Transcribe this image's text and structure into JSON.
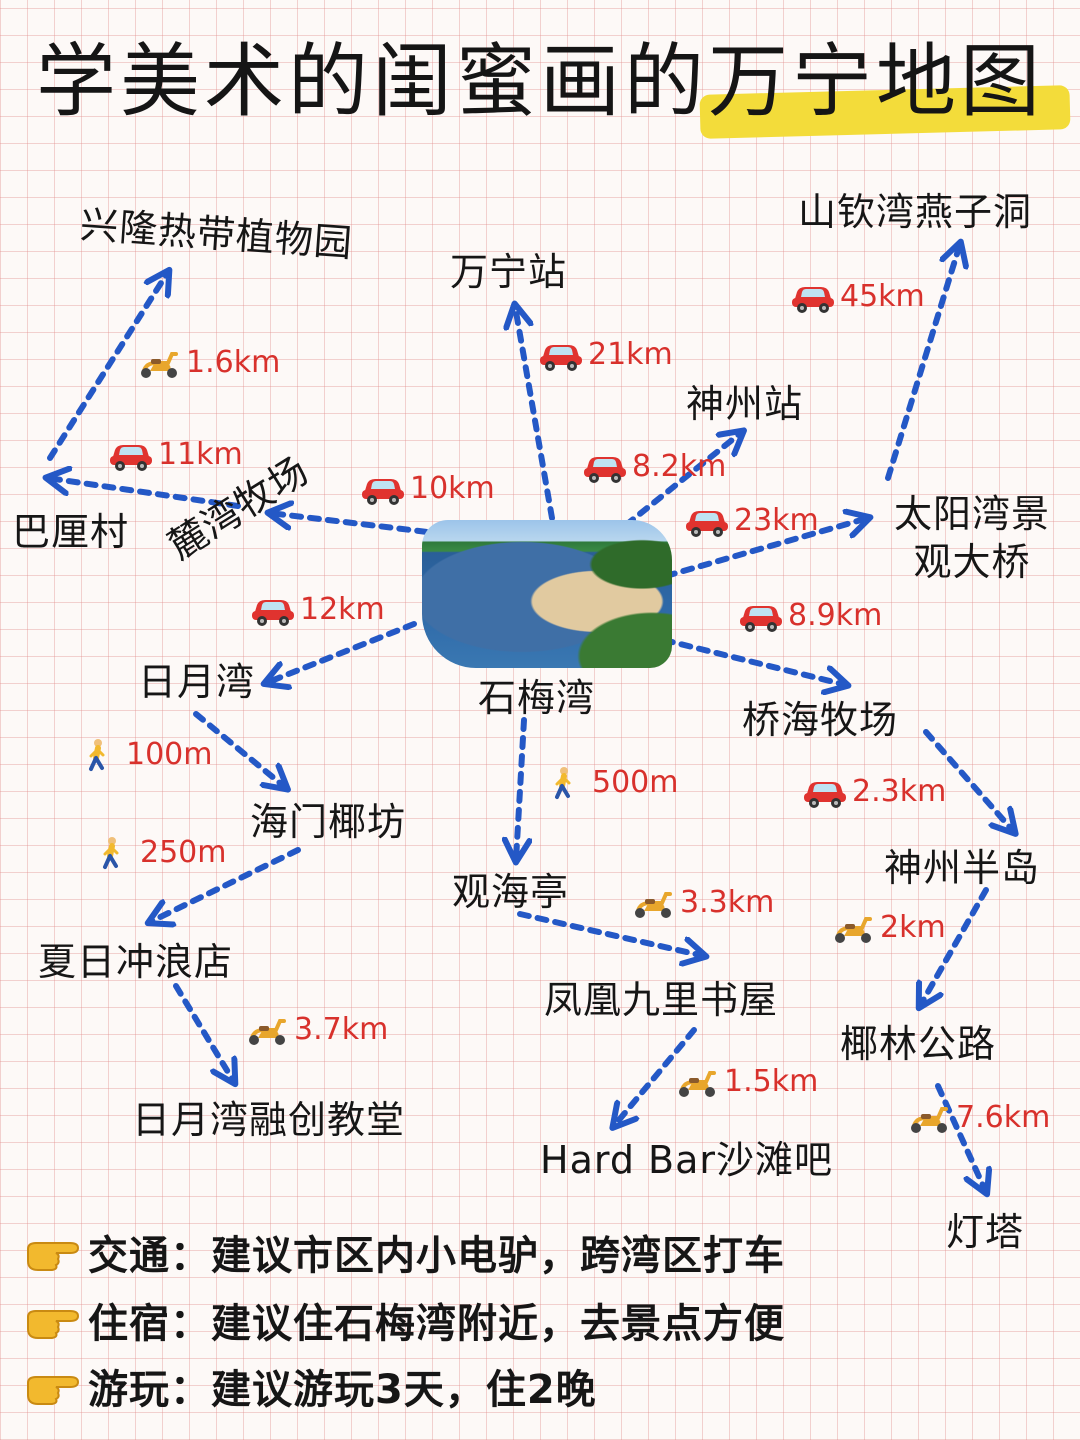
{
  "title": "学美术的闺蜜画的万宁地图",
  "center": {
    "label": "石梅湾",
    "photo": "石梅湾 beach photo"
  },
  "places": {
    "xinglong": "兴隆热带植物园",
    "wanning_station": "万宁站",
    "shanqin": "山钦湾燕子洞",
    "shenzhou_station": "神州站",
    "bali": "巴厘村",
    "luwan": "麓湾牧场",
    "taiyangwan": "太阳湾景观大桥",
    "riyuewan": "日月湾",
    "qiaohai": "桥海牧场",
    "haimen": "海门椰坊",
    "shenzhou_peninsula": "神州半岛",
    "guanhai": "观海亭",
    "xiari": "夏日冲浪店",
    "fenghuang": "凤凰九里书屋",
    "yelin": "椰林公路",
    "church": "日月湾融创教堂",
    "hardbar": "Hard Bar沙滩吧",
    "lighthouse": "灯塔"
  },
  "routes": [
    {
      "id": "to-wanning-station",
      "mode": "car",
      "distance": "21km"
    },
    {
      "id": "to-shenzhou-station",
      "mode": "car",
      "distance": "8.2km"
    },
    {
      "id": "to-taiyangwan",
      "mode": "car",
      "distance": "23km"
    },
    {
      "id": "taiyangwan-to-shanqin",
      "mode": "car",
      "distance": "45km"
    },
    {
      "id": "to-luwan",
      "mode": "car",
      "distance": "10km"
    },
    {
      "id": "luwan-to-bali",
      "mode": "car",
      "distance": "11km"
    },
    {
      "id": "bali-to-xinglong",
      "mode": "scooter",
      "distance": "1.6km"
    },
    {
      "id": "to-riyuewan",
      "mode": "car",
      "distance": "12km"
    },
    {
      "id": "to-qiaohai",
      "mode": "car",
      "distance": "8.9km"
    },
    {
      "id": "qiaohai-to-peninsula",
      "mode": "car",
      "distance": "2.3km"
    },
    {
      "id": "riyuewan-to-haimen",
      "mode": "walk",
      "distance": "100m"
    },
    {
      "id": "haimen-to-xiari",
      "mode": "walk",
      "distance": "250m"
    },
    {
      "id": "to-guanhai",
      "mode": "walk",
      "distance": "500m"
    },
    {
      "id": "guanhai-to-fenghuang",
      "mode": "scooter",
      "distance": "3.3km"
    },
    {
      "id": "peninsula-to-yelin",
      "mode": "scooter",
      "distance": "2km"
    },
    {
      "id": "xiari-to-church",
      "mode": "scooter",
      "distance": "3.7km"
    },
    {
      "id": "fenghuang-to-hardbar",
      "mode": "scooter",
      "distance": "1.5km"
    },
    {
      "id": "yelin-to-lighthouse",
      "mode": "scooter",
      "distance": "7.6km"
    }
  ],
  "tips": [
    "交通：建议市区内小电驴，跨湾区打车",
    "住宿：建议住石梅湾附近，去景点方便",
    "游玩：建议游玩3天，住2晚"
  ],
  "colors": {
    "arrow": "#2458c6",
    "distance": "#d8312c",
    "highlight": "#f3dc3a",
    "car": "#e0332f",
    "scooter": "#e8a62c",
    "hand": "#f2b92e"
  },
  "icons": {
    "car": "car-icon",
    "scooter": "scooter-icon",
    "walk": "pedestrian-icon",
    "hand": "pointing-hand-icon"
  }
}
